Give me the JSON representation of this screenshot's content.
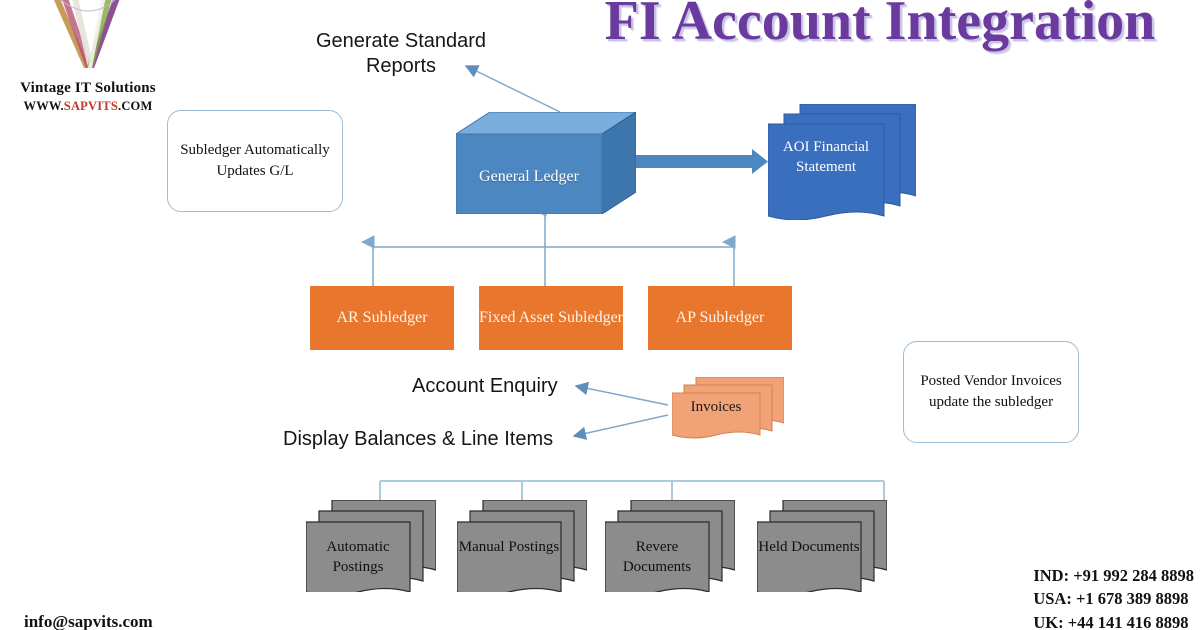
{
  "page": {
    "title": "FI Account Integration",
    "title_color": "#6A3A9E",
    "background": "#ffffff"
  },
  "branding": {
    "logo_icon": "vintage-v-logo",
    "company": "Vintage IT Solutions",
    "url_prefix": "WWW.",
    "url_accent": "SAPVITS",
    "url_suffix": ".COM"
  },
  "callouts": [
    {
      "id": "subledger-updates",
      "text": "Subledger Automatically Updates G/L",
      "border_color": "#9DBDD6"
    },
    {
      "id": "posted-vendor",
      "text": "Posted Vendor Invoices update the subledger",
      "border_color": "#9DBDD6"
    }
  ],
  "labels": {
    "generate_reports": "Generate Standard Reports",
    "account_enquiry": "Account Enquiry",
    "display_balances": "Display Balances & Line Items"
  },
  "nodes": {
    "general_ledger": {
      "label": "General Ledger",
      "face_color": "#4C87C1",
      "top_color": "#79AEDC",
      "side_color": "#3D76AD"
    },
    "aoi_statement": {
      "label": "AOI Financial Statement",
      "color": "#3A6FBF",
      "stack_count": 3
    },
    "invoices": {
      "label": "Invoices",
      "color": "#F2A277",
      "stack_count": 3
    }
  },
  "subledgers": {
    "color": "#E8762C",
    "text_color": "#FDF4EC",
    "items": [
      {
        "label": "AR Subledger"
      },
      {
        "label": "Fixed Asset Subledger"
      },
      {
        "label": "AP Subledger"
      }
    ]
  },
  "documents": {
    "color": "#8C8C8C",
    "stack_count": 3,
    "items": [
      {
        "label": "Automatic Postings"
      },
      {
        "label": "Manual Postings"
      },
      {
        "label": "Revere Documents"
      },
      {
        "label": "Held Documents"
      }
    ]
  },
  "connectors": {
    "color": "#7FA8CC",
    "block_arrow_color": "#4C87C1"
  },
  "contact": {
    "email": "info@sapvits.com",
    "phones": [
      "IND: +91 992 284 8898",
      "USA: +1 678 389 8898",
      "UK: +44 141 416 8898"
    ]
  }
}
